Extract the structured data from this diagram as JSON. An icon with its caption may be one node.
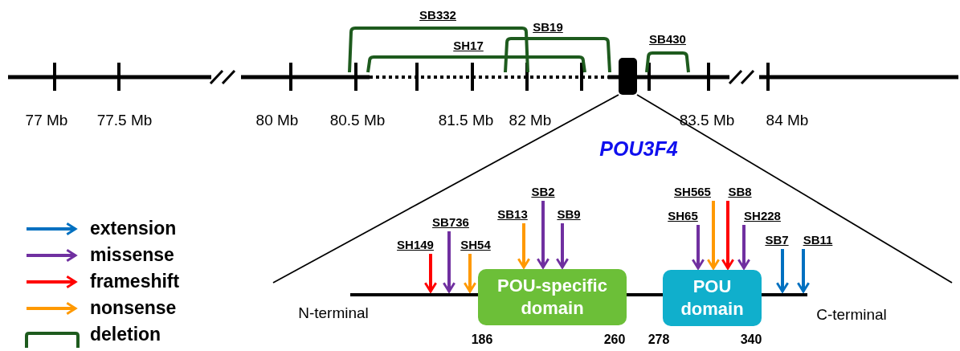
{
  "diagram": {
    "nodes": [
      {
        "text": [],
        "shape": "box"
      },
      {
        "text": [
          "POU-specific domain"
        ],
        "beside": [
          "186",
          "260"
        ]
      },
      {
        "text": [
          "POU domain"
        ],
        "beside": [
          "278",
          "340"
        ]
      },
      {
        "text": [
          "SH149"
        ]
      },
      {
        "text": [
          "SB736"
        ]
      },
      {
        "text": [
          "SH54"
        ]
      },
      {
        "text": [
          "SB13"
        ]
      },
      {
        "text": [
          "SB2"
        ]
      },
      {
        "text": [
          "SB9"
        ]
      },
      {
        "text": [
          "SH65"
        ]
      },
      {
        "text": [
          "SH565"
        ]
      },
      {
        "text": [
          "SB8"
        ]
      },
      {
        "text": [
          "SH228"
        ]
      },
      {
        "text": [
          "SB7"
        ]
      },
      {
        "text": [
          "SB11"
        ]
      },
      {
        "text": [],
        "shape": "bar"
      }
    ],
    "edges": [
      {
        "from": 3,
        "to": 15,
        "arrow": "to",
        "color": "#ff0000"
      },
      {
        "from": 4,
        "to": 15,
        "arrow": "to"
      },
      {
        "from": 5,
        "to": 15,
        "arrow": "to",
        "color": "#ff9900"
      },
      {
        "from": 6,
        "to": 1,
        "arrow": "to",
        "color": "#ff9900"
      },
      {
        "from": 7,
        "to": 1,
        "arrow": "to"
      },
      {
        "from": 8,
        "to": 1,
        "arrow": "to"
      },
      {
        "from": 9,
        "to": 2,
        "arrow": "to"
      },
      {
        "from": 10,
        "to": 2,
        "arrow": "to",
        "color": "#ff9900"
      },
      {
        "from": 11,
        "to": 2,
        "arrow": "to",
        "color": "#ff0000"
      },
      {
        "from": 12,
        "to": 2,
        "arrow": "to"
      },
      {
        "from": 13,
        "to": 15,
        "arrow": "to",
        "color": "#0070c0"
      },
      {
        "from": 14,
        "to": 15,
        "arrow": "to",
        "color": "#0070c0"
      }
    ],
    "labels": [
      "77 Mb",
      "77.5 Mb",
      "80 Mb",
      "80.5 Mb",
      "81.5 Mb",
      "82 Mb",
      "83.5 Mb",
      "84 Mb",
      "SB332",
      "SH17",
      "SB19",
      "SB430",
      "POU3F4",
      "N-terminal",
      "C-terminal"
    ],
    "legend": [
      {
        "text": "extension",
        "color": "#0070c0"
      },
      {
        "text": "missense",
        "color": "#7030a0"
      },
      {
        "text": "frameshift",
        "color": "#ff0000"
      },
      {
        "text": "nonsense",
        "color": "#ff9900"
      },
      {
        "text": "deletion",
        "color": "#1e5b1e"
      }
    ]
  }
}
